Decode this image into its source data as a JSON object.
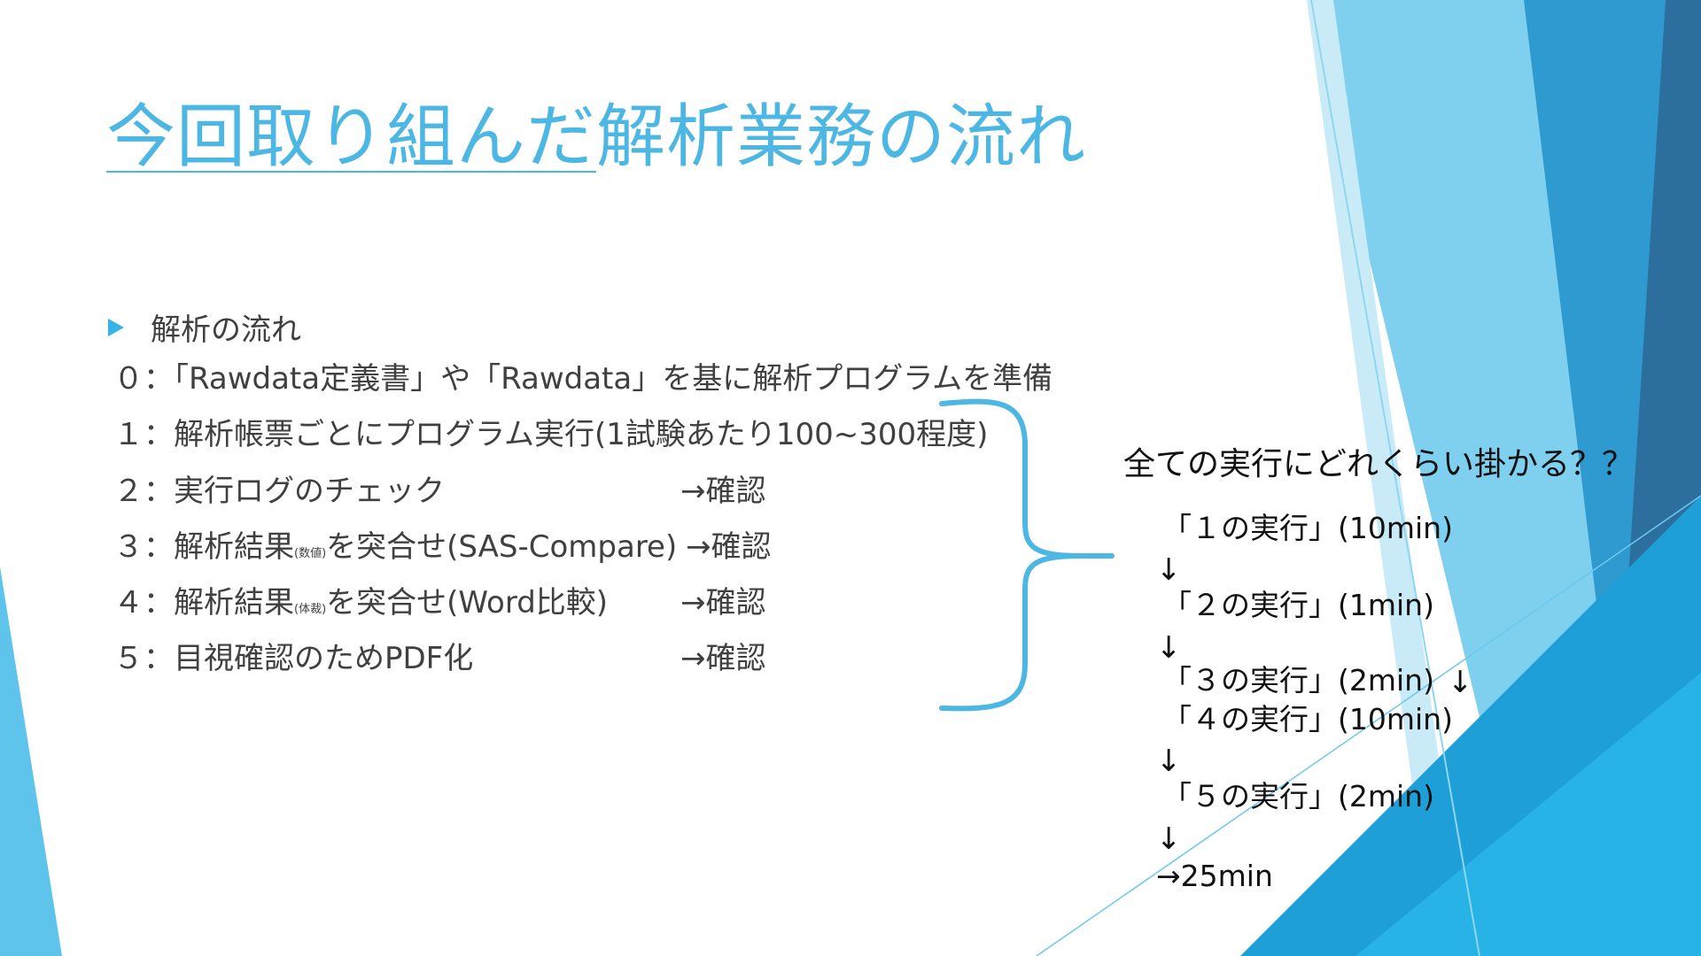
{
  "title": {
    "underlined": "今回取り組んだ",
    "rest": "解析業務の流れ"
  },
  "bullet": {
    "text": "解析の流れ"
  },
  "steps": [
    {
      "text": "０：「Rawdata定義書」や「Rawdata」を基に解析プログラムを準備"
    },
    {
      "text": "１：解析帳票ごとにプログラム実行(1試験あたり100~300程度)"
    },
    {
      "text": "２：実行ログのチェック",
      "confirm": "→確認"
    },
    {
      "pre": "３：解析結果",
      "small": "(数値)",
      "post": "を突合せ(SAS-Compare)",
      "confirm": "→確認"
    },
    {
      "pre": "４：解析結果",
      "small": "(体裁)",
      "post": "を突合せ(Word比較)",
      "confirm": "→確認"
    },
    {
      "text": "５：目視確認のためPDF化",
      "confirm": "→確認"
    }
  ],
  "question": "全ての実行にどれくらい掛かる？？",
  "flow": {
    "items": [
      "「１の実行」(10min)",
      "「２の実行」(1min)",
      "「３の実行」(2min)",
      "「４の実行」(10min)",
      "「５の実行」(2min)"
    ],
    "arrow": "↓",
    "total": "→25min"
  },
  "colors": {
    "accent": "#4db7e3",
    "bullet": "#35b4e8",
    "text": "#404040"
  }
}
